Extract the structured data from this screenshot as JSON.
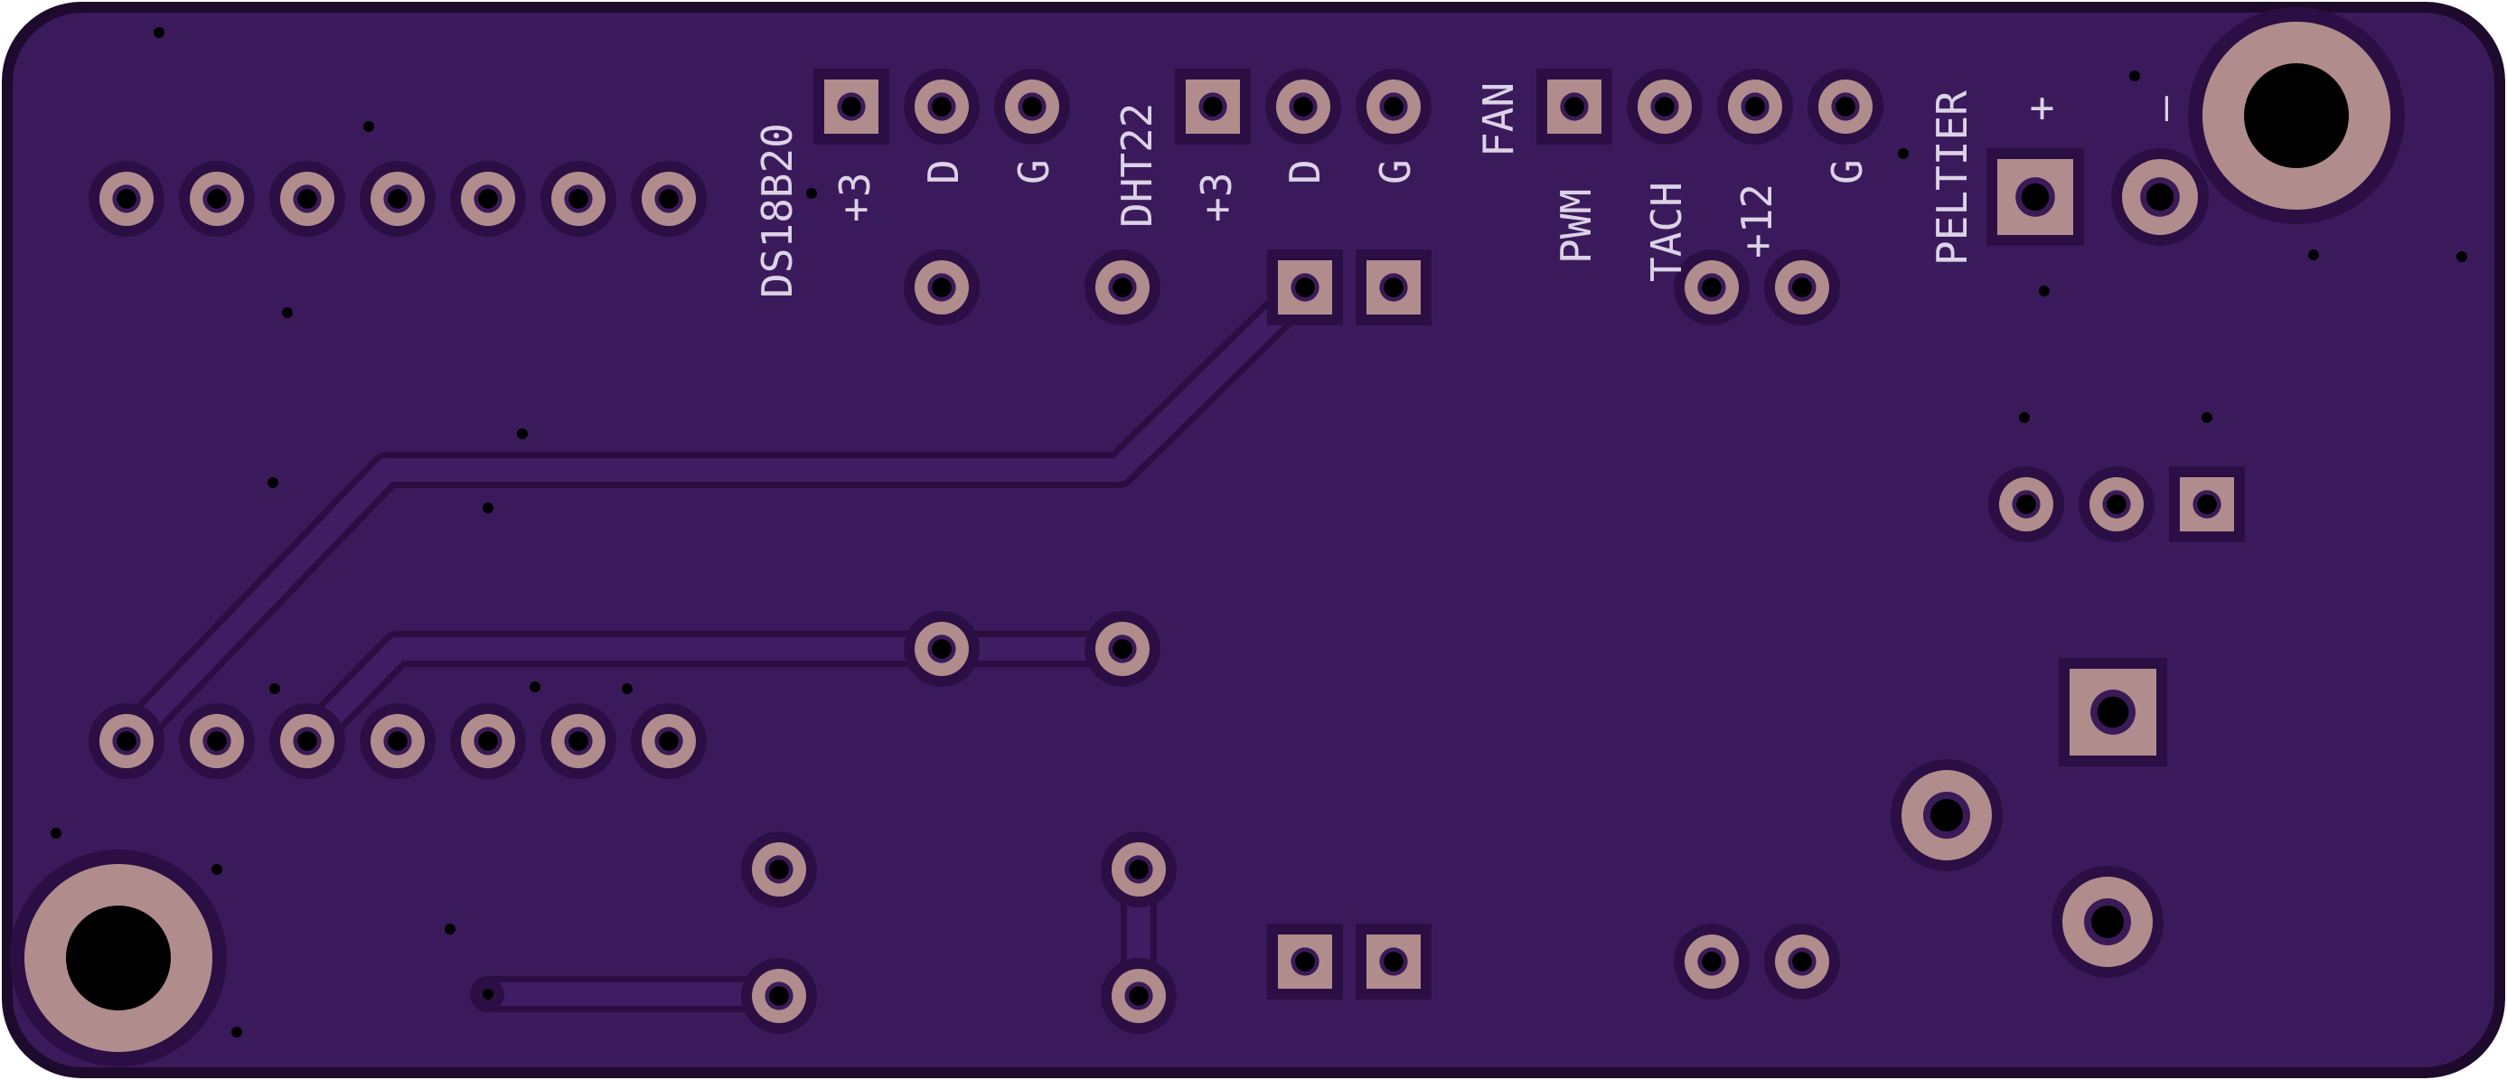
{
  "board": {
    "colors": {
      "edge": "#1e0a2c",
      "substrate": "#3b1a5c",
      "substrate_dark": "#33164f",
      "copper_clearance": "#2b0f44",
      "trace": "#3f1d62",
      "trace_outline": "#2a0e42",
      "pad": "#b08c8c",
      "pad_hole": "#3a1a57",
      "drill": "#000000",
      "silkscreen": "#dcd3e6"
    },
    "labels": {
      "ds18b20": "DS18B20",
      "ds18b20_plus": "+3",
      "ds18b20_data": "D",
      "ds18b20_gnd": "G",
      "dht22": "DHT22",
      "dht22_plus": "+3",
      "dht22_data": "D",
      "dht22_gnd": "G",
      "fan": "FAN",
      "fan_pwm": "PWM",
      "fan_tach": "TACH",
      "fan_12": "+12",
      "fan_gnd": "G",
      "peltier": "PELTIER",
      "peltier_plus": "+",
      "peltier_minus": "–"
    }
  }
}
